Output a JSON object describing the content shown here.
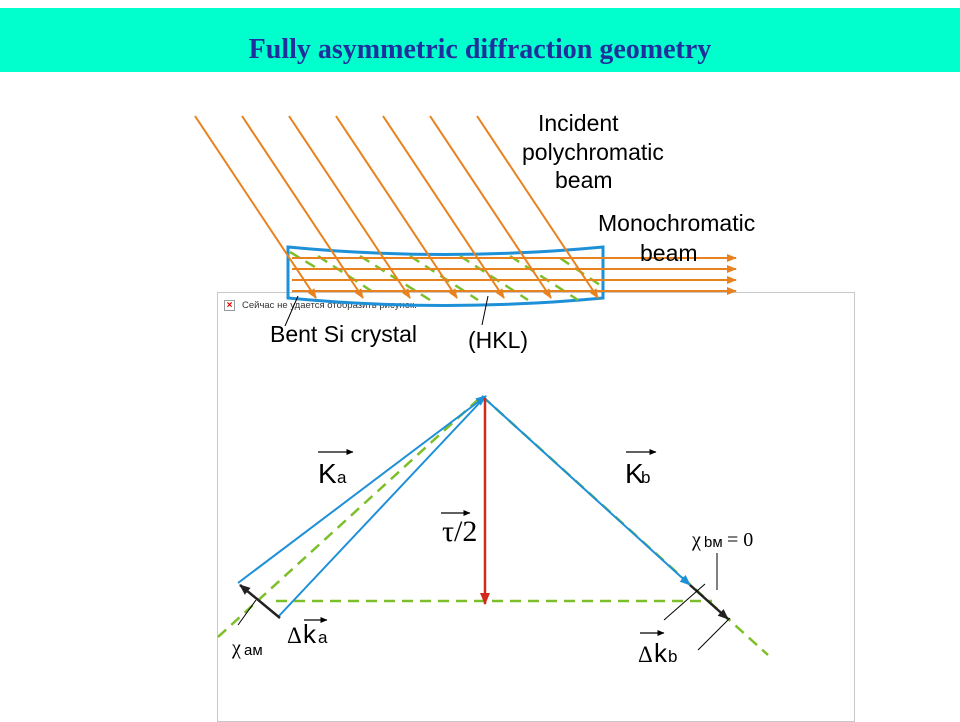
{
  "title": "Fully asymmetric diffraction geometry",
  "colors": {
    "title_bar": "#00ffcc",
    "title_text": "#1f2f9c",
    "beam": "#e8821e",
    "crystal": "#1e90d8",
    "planes": "#7cbf2a",
    "tau": "#d12a1a"
  },
  "broken_image": {
    "icon": "broken-image-icon",
    "text": "Сейчас не удается отобразить рисунок."
  },
  "labels": {
    "incident": [
      "Incident",
      "polychromatic",
      "beam"
    ],
    "monochromatic": [
      "Monochromatic",
      "beam"
    ],
    "crystal": "Bent Si crystal",
    "hkl": "(HKL)",
    "ka_base": "K",
    "ka_sub": "a",
    "kb_base": "K",
    "kb_sub": "b",
    "tau": "τ/2",
    "chi_bm_sym": "χ",
    "chi_bm_sub": "bм",
    "chi_bm_val": "= 0",
    "chi_am_sym": "χ",
    "chi_am_sub": "aм",
    "dka_sym": "Δ",
    "dka_base": "k",
    "dka_sub": "a",
    "dkb_sym": "Δ",
    "dkb_base": "k",
    "dkb_sub": "b"
  }
}
